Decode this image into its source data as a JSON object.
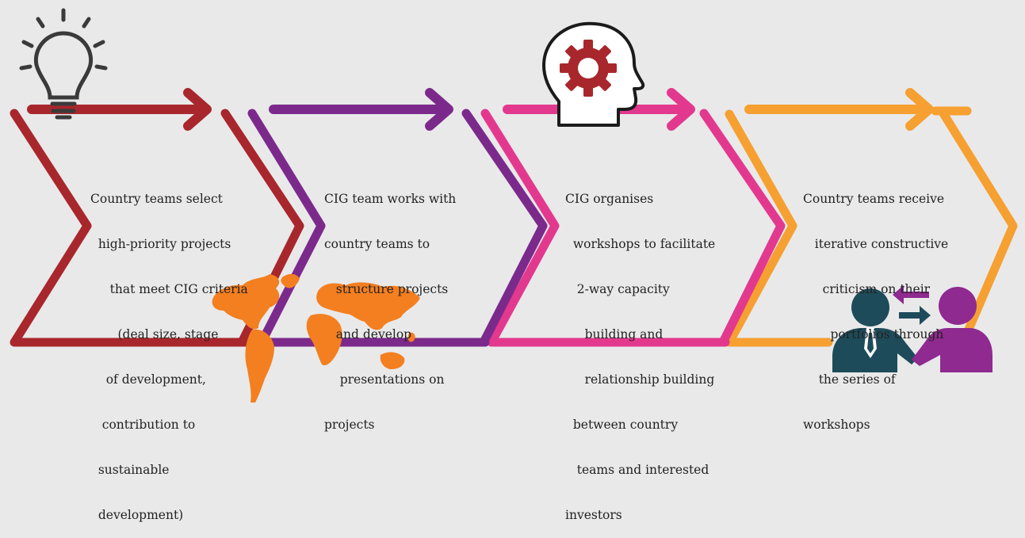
{
  "colors": {
    "background": "#e9e9ea",
    "step1": "#a8272c",
    "step2": "#7b2a8b",
    "step3": "#e2398e",
    "step4": "#f5a031",
    "map": "#f47f20",
    "person_left": "#1e4b5a",
    "person_right": "#8f2a90"
  },
  "icons": [
    "lightbulb-icon",
    "head-gear-icon",
    "world-map-icon",
    "handshake-icon"
  ],
  "steps": [
    {
      "lines": [
        "Country teams select",
        "  high-priority projects",
        "     that meet CIG criteria",
        "       (deal size, stage",
        "    of development,",
        "   contribution to",
        "  sustainable",
        "  development)"
      ]
    },
    {
      "lines": [
        "CIG team works with",
        "country teams to",
        "   structure projects",
        "   and develop",
        "    presentations on",
        "projects"
      ]
    },
    {
      "lines": [
        "CIG organises",
        "  workshops to facilitate",
        "   2-way capacity",
        "     building and",
        "     relationship building",
        "  between country",
        "   teams and interested",
        "investors"
      ]
    },
    {
      "lines": [
        "Country teams receive",
        "   iterative constructive",
        "     criticism on their",
        "       portfolios through",
        "    the series of",
        "workshops"
      ]
    }
  ]
}
